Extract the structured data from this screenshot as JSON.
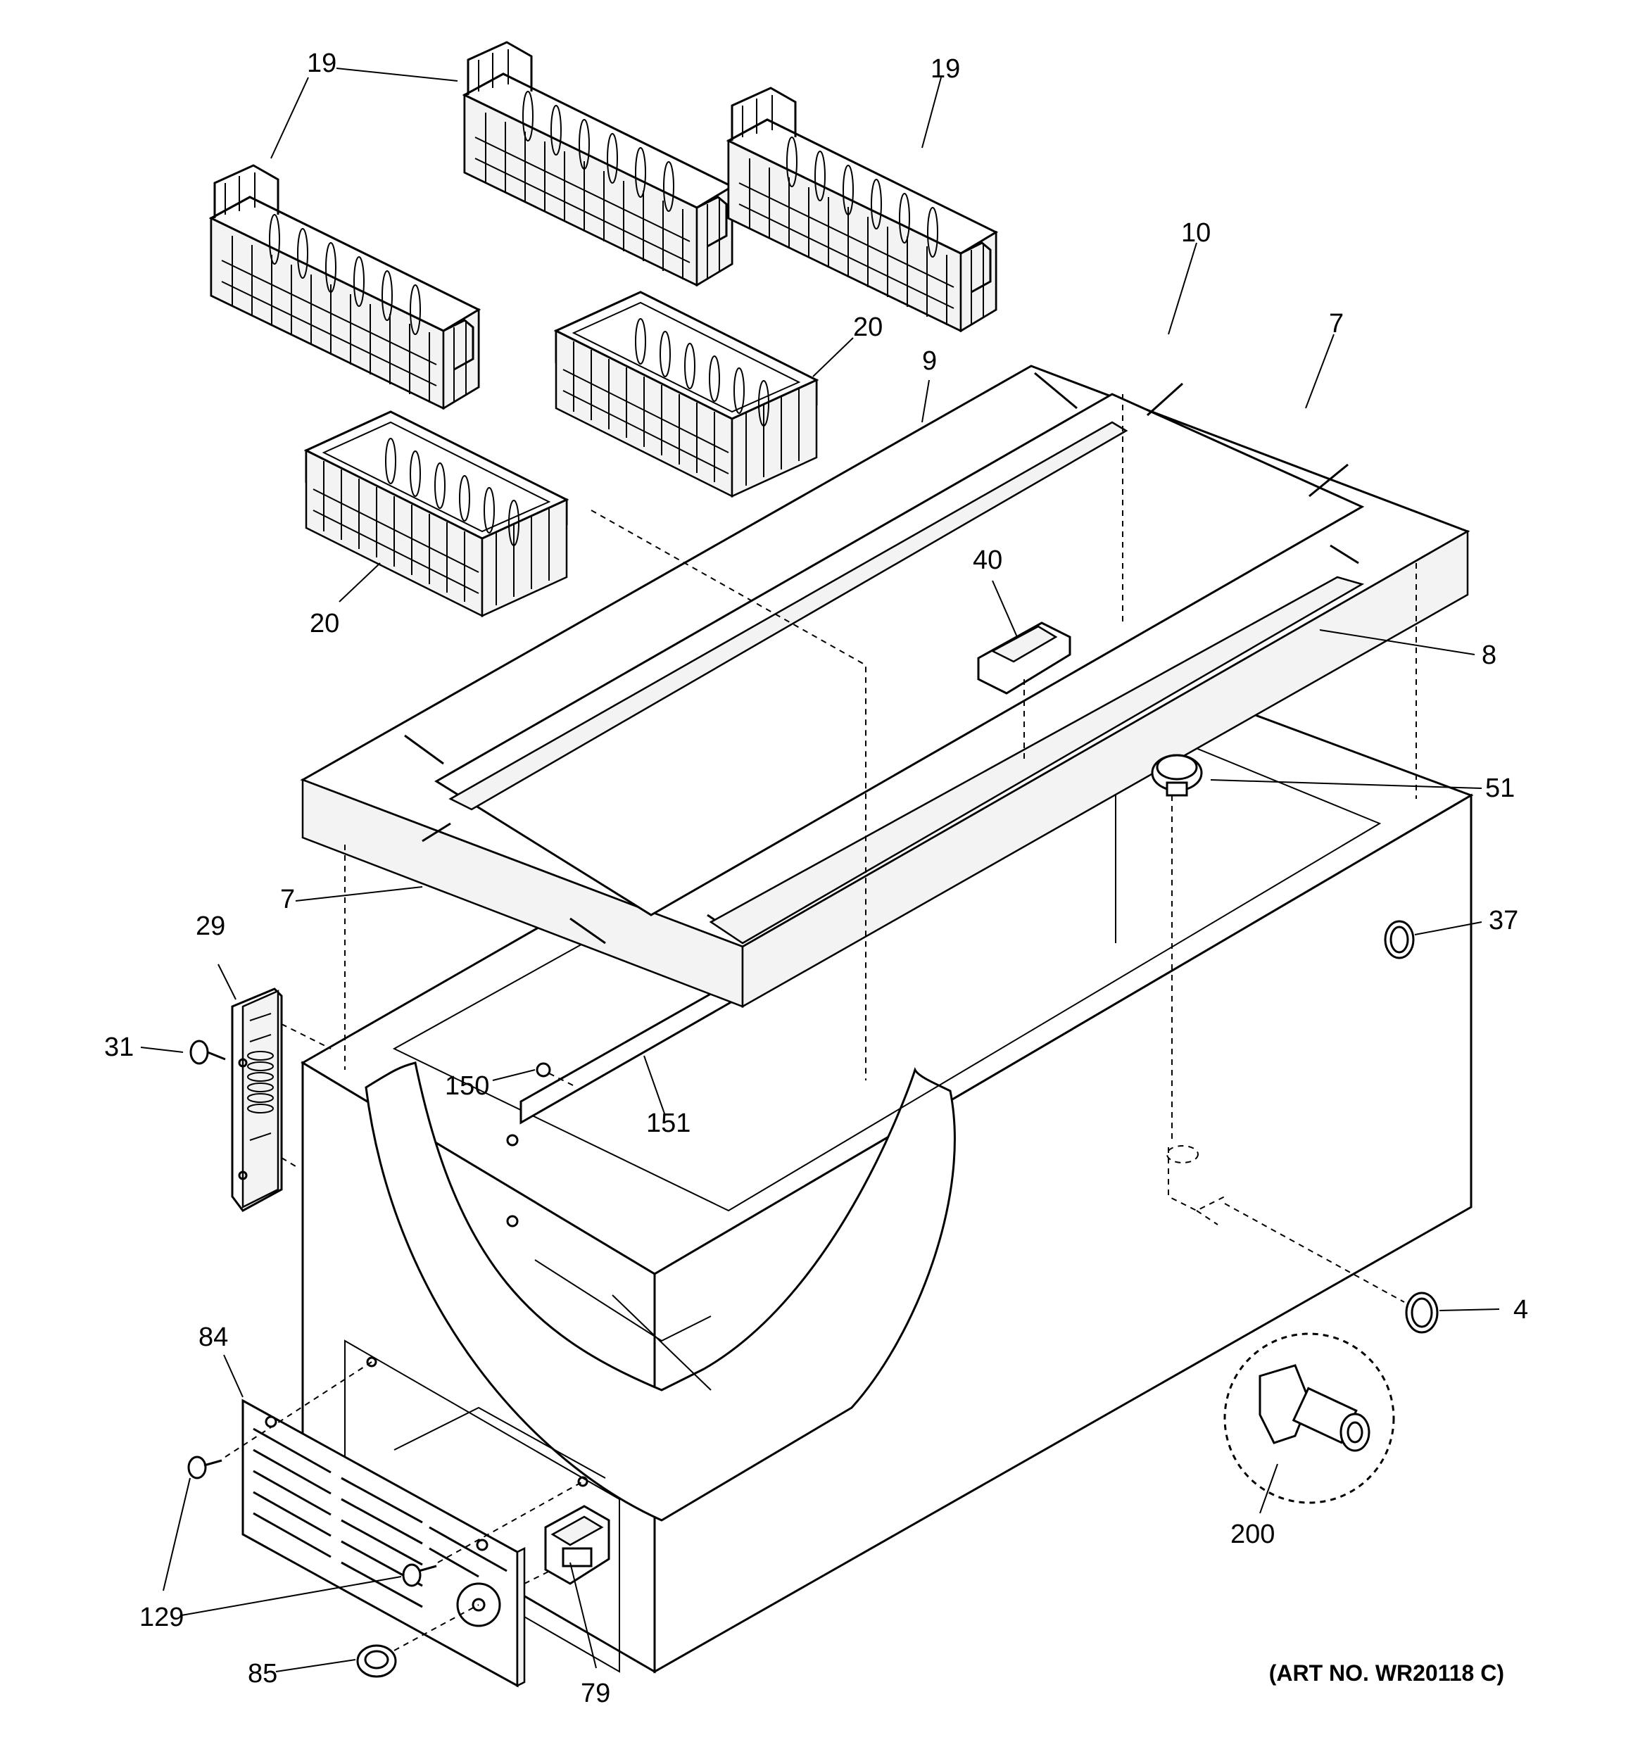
{
  "diagram": {
    "art_number": "(ART NO. WR20118 C)",
    "callouts": [
      {
        "id": "c19a",
        "text": "19"
      },
      {
        "id": "c19b",
        "text": "19"
      },
      {
        "id": "c10",
        "text": "10"
      },
      {
        "id": "c7a",
        "text": "7"
      },
      {
        "id": "c20a",
        "text": "20"
      },
      {
        "id": "c9",
        "text": "9"
      },
      {
        "id": "c40",
        "text": "40"
      },
      {
        "id": "c20b",
        "text": "20"
      },
      {
        "id": "c8",
        "text": "8"
      },
      {
        "id": "c51",
        "text": "51"
      },
      {
        "id": "c7b",
        "text": "7"
      },
      {
        "id": "c29",
        "text": "29"
      },
      {
        "id": "c37",
        "text": "37"
      },
      {
        "id": "c31",
        "text": "31"
      },
      {
        "id": "c150",
        "text": "150"
      },
      {
        "id": "c151",
        "text": "151"
      },
      {
        "id": "c84",
        "text": "84"
      },
      {
        "id": "c4",
        "text": "4"
      },
      {
        "id": "c129",
        "text": "129"
      },
      {
        "id": "c200",
        "text": "200"
      },
      {
        "id": "c85",
        "text": "85"
      },
      {
        "id": "c79",
        "text": "79"
      }
    ]
  }
}
